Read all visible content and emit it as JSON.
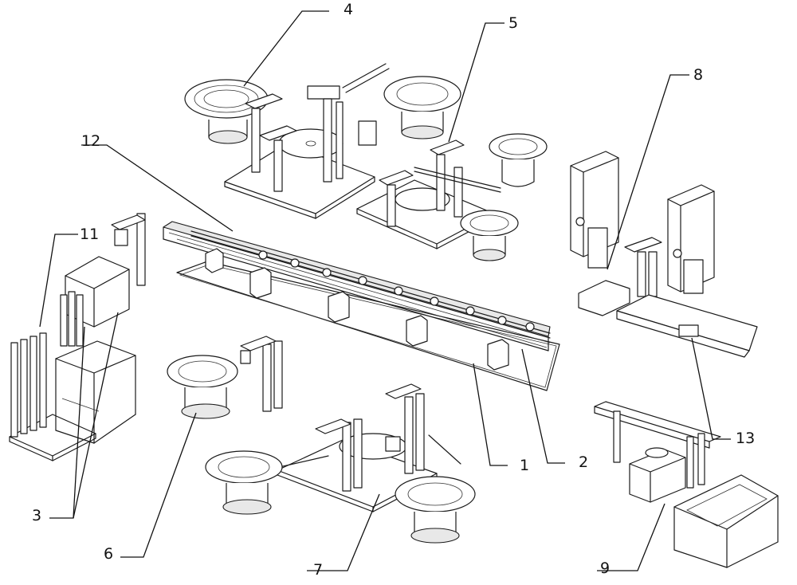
{
  "callouts": {
    "c1": "1",
    "c2": "2",
    "c3": "3",
    "c4": "4",
    "c5": "5",
    "c6": "6",
    "c7": "7",
    "c8": "8",
    "c9": "9",
    "c11": "11",
    "c12": "12",
    "c13": "13"
  }
}
